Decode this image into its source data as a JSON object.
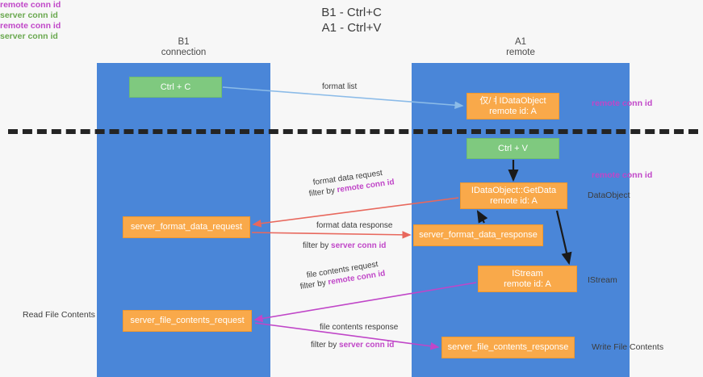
{
  "title": "B1 - Ctrl+C\nA1 - Ctrl+V",
  "lanes": [
    {
      "name": "b1",
      "heading": "B1\nconnection",
      "color": "#4a86d8"
    },
    {
      "name": "a1",
      "heading": "A1\nremote",
      "color": "#4a86d8"
    }
  ],
  "colors": {
    "lane": "#4a86d8",
    "orange_node": "#f9a94a",
    "green_node": "#7fc97f",
    "magenta_text": "#c046c8",
    "green_text": "#6aa84f",
    "separator": "#242424",
    "arrow_blue": "#8bbbe8",
    "arrow_red": "#e8685d",
    "arrow_black": "#1a1a1a",
    "arrow_magenta": "#c046c8",
    "background": "#f7f7f7"
  },
  "nodes": {
    "ctrl_c": "Ctrl + C",
    "idataobject": "仅/ㅕIDataObject\nremote id: A",
    "ctrl_v": "Ctrl + V",
    "getdata": "IDataObject::GetData\nremote id: A",
    "server_format_data_request": "server_format_data_request",
    "server_format_data_response": "server_format_data_response",
    "istream": "IStream\nremote id: A",
    "server_file_contents_request": "server_file_contents_request",
    "server_file_contents_response": "server_file_contents_response"
  },
  "edge_labels": {
    "format_list": "format list",
    "format_data_request": "format data request",
    "format_data_request_filter_prefix": "filter by ",
    "format_data_request_filter_key": "remote conn id",
    "format_data_response": "format data response",
    "format_data_response_filter_prefix": "filter by ",
    "format_data_response_filter_key": "server conn id",
    "file_contents_request": "file contents request",
    "file_contents_request_filter_prefix": "filter by ",
    "file_contents_request_filter_key": "remote conn id",
    "file_contents_response": "file contents response",
    "file_contents_response_filter_prefix": "filter by ",
    "file_contents_response_filter_key": "server conn id"
  },
  "annotations": {
    "remote_conn_id_top": "remote conn id",
    "remote_conn_id_mid": "remote conn id",
    "dataobject": "DataObject",
    "istream": "IStream",
    "write_file_contents": "Write File Contents",
    "read_file_contents": "Read File Contents",
    "left_remote_conn_id": "remote conn id",
    "left_server_conn_id": "server conn id",
    "left_remote_conn_id_2": "remote conn id",
    "left_server_conn_id_2": "server conn id"
  }
}
